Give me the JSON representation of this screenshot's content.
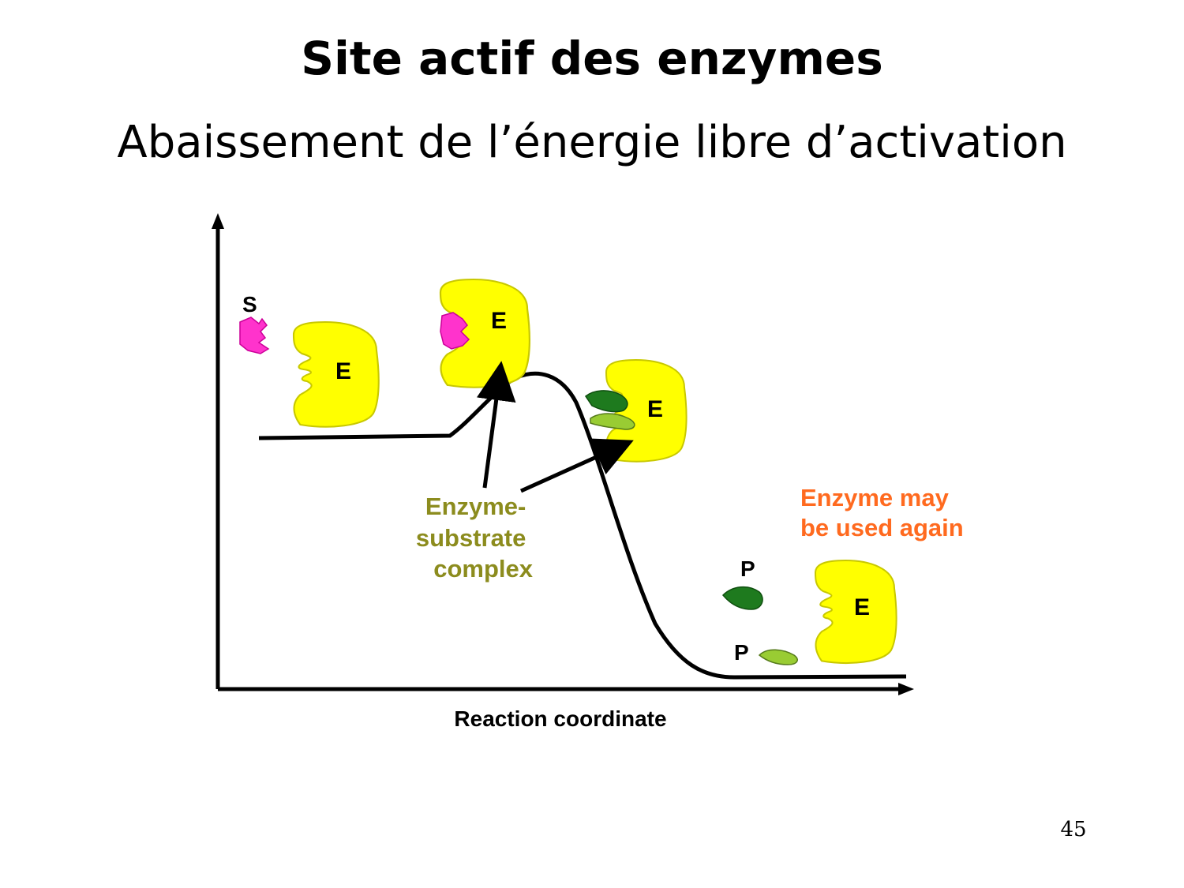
{
  "title": "Site actif des enzymes",
  "subtitle": "Abaissement de l’énergie libre d’activation",
  "page_number": "45",
  "diagram": {
    "xlabel": "Reaction coordinate",
    "labels": {
      "substrate": "S",
      "enzyme": "E",
      "product": "P"
    },
    "complex_label": [
      "Enzyme-",
      "substrate",
      "complex"
    ],
    "reuse_label": [
      "Enzyme may",
      "be used again"
    ],
    "colors": {
      "enzyme": "#ffff00",
      "substrate": "#ff33cc",
      "product_dark": "#1e7a1e",
      "product_light": "#99cc33",
      "complex_text": "#8c8c1e",
      "reuse_text": "#ff6a1f"
    }
  }
}
